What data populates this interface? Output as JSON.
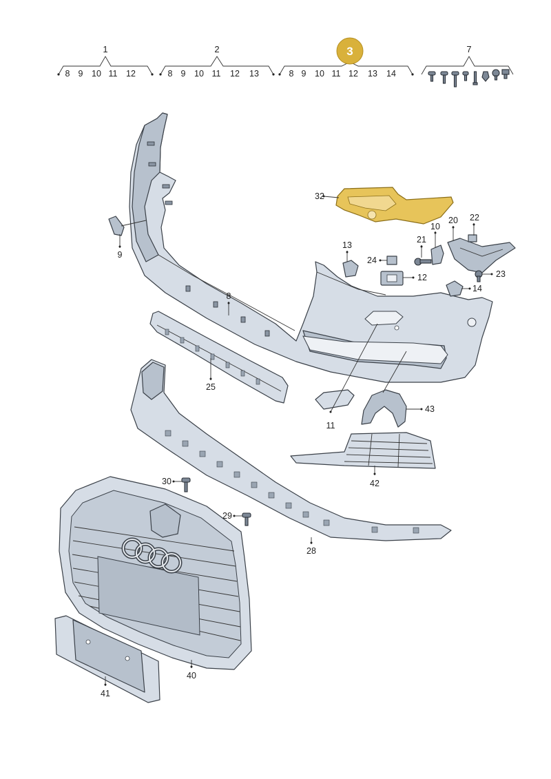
{
  "header_groups": [
    {
      "label": "1",
      "children": [
        "8",
        "9",
        "10",
        "11",
        "12"
      ]
    },
    {
      "label": "2",
      "children": [
        "8",
        "9",
        "10",
        "11",
        "12",
        "13"
      ]
    },
    {
      "label": "3",
      "children": [
        "8",
        "9",
        "10",
        "11",
        "12",
        "13",
        "14"
      ],
      "highlighted": true
    },
    {
      "label": "7",
      "children": []
    }
  ],
  "callouts": [
    "8",
    "9",
    "10",
    "11",
    "12",
    "13",
    "14",
    "20",
    "21",
    "22",
    "23",
    "24",
    "25",
    "28",
    "29",
    "30",
    "32",
    "40",
    "41",
    "42",
    "43"
  ],
  "colors": {
    "highlight_badge": "#d9b13b",
    "highlight_part": "#e7c45a",
    "part_fill": "#d6dde6",
    "outline": "#3a4048"
  }
}
